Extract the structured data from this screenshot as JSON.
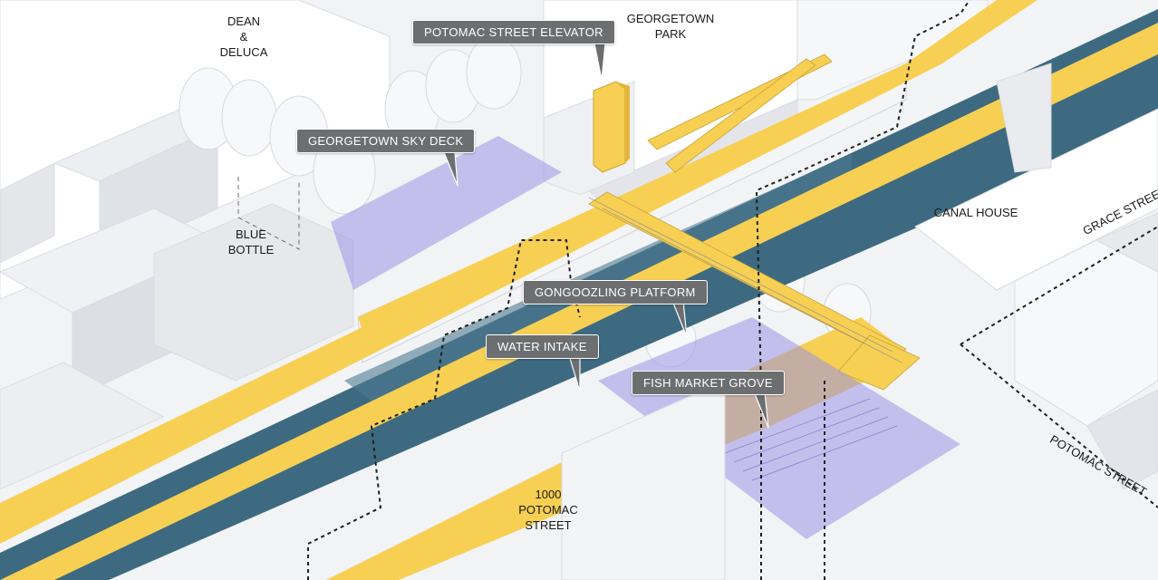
{
  "callouts": {
    "elevator": "POTOMAC STREET ELEVATOR",
    "sky_deck": "GEORGETOWN SKY DECK",
    "gongoozling": "GONGOOZLING PLATFORM",
    "water_intake": "WATER INTAKE",
    "fish_market": "FISH MARKET GROVE"
  },
  "places": {
    "dean_deluca": "DEAN\n&\nDELUCA",
    "georgetown_park": "GEORGETOWN\nPARK",
    "blue_bottle": "BLUE\nBOTTLE",
    "canal_house": "CANAL HOUSE",
    "potomac_1000": "1000\nPOTOMAC\nSTREET"
  },
  "streets": {
    "grace": "GRACE STREET",
    "potomac": "POTOMAC STREET"
  },
  "colors": {
    "background": "#f2f3f5",
    "building": "#ffffff",
    "water": "#3d6a80",
    "towpath": "#f7cf52",
    "plaza_overlay": "#9b93e6",
    "callout_fill": "#6d6e70",
    "callout_text": "#ffffff",
    "label_text": "#1a1a1a"
  }
}
